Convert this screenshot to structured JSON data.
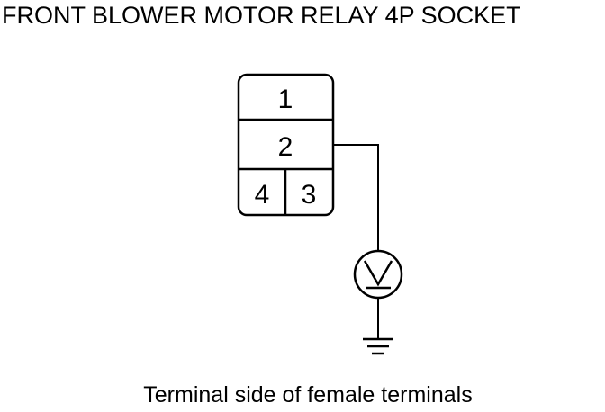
{
  "title": "FRONT BLOWER MOTOR RELAY 4P SOCKET",
  "caption": "Terminal side of female terminals",
  "connector": {
    "pins": [
      {
        "number": "1"
      },
      {
        "number": "2"
      },
      {
        "number": "4"
      },
      {
        "number": "3"
      }
    ]
  },
  "meter": {
    "symbol": "V",
    "icon": "voltmeter-icon"
  },
  "ground": {
    "icon": "ground-icon"
  },
  "colors": {
    "line": "#000000",
    "background": "#ffffff"
  }
}
